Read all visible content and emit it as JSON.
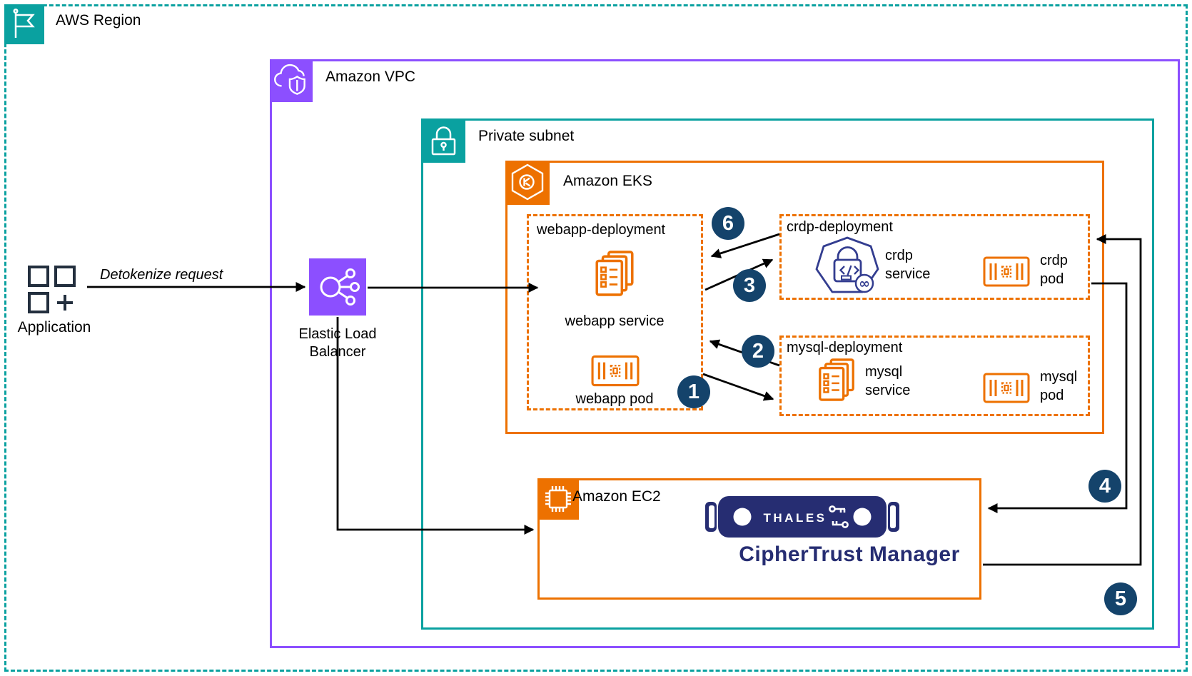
{
  "diagram": {
    "region": {
      "label": "AWS Region"
    },
    "vpc": {
      "label": "Amazon VPC"
    },
    "subnet": {
      "label": "Private subnet"
    },
    "eks": {
      "label": "Amazon EKS"
    },
    "ec2": {
      "label": "Amazon EC2"
    },
    "application": {
      "label": "Application"
    },
    "elb": {
      "label": "Elastic Load Balancer"
    },
    "request_label": "Detokenize request",
    "webapp": {
      "title": "webapp-deployment",
      "service_label": "webapp service",
      "pod_label": "webapp pod"
    },
    "crdp": {
      "title": "crdp-deployment",
      "service_label": "crdp service",
      "pod_label": "crdp pod"
    },
    "mysql": {
      "title": "mysql-deployment",
      "service_label": "mysql service",
      "pod_label": "mysql pod"
    },
    "thales": {
      "brand": "THALES",
      "product": "CipherTrust Manager"
    },
    "steps": {
      "s1": "1",
      "s2": "2",
      "s3": "3",
      "s4": "4",
      "s5": "5",
      "s6": "6"
    },
    "colors": {
      "teal": "#0AA1A0",
      "purple": "#8C4FFF",
      "orange": "#ED7100",
      "badge_navy": "#14436B",
      "thales_navy": "#262D72",
      "crdp_indigo": "#333D90",
      "application_slate": "#232F3E",
      "arrow_black": "#000000"
    }
  }
}
